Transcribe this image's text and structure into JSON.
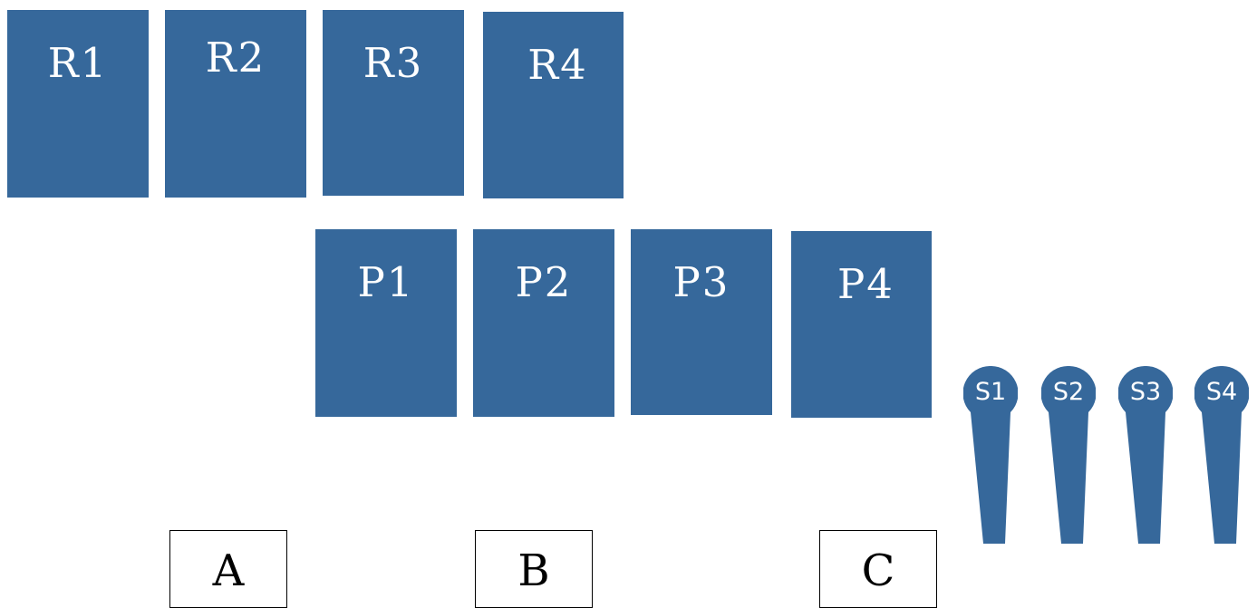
{
  "row_r": [
    "R1",
    "R2",
    "R3",
    "R4"
  ],
  "row_p": [
    "P1",
    "P2",
    "P3",
    "P4"
  ],
  "pins": [
    "S1",
    "S2",
    "S3",
    "S4"
  ],
  "boxes": [
    "A",
    "B",
    "C"
  ],
  "colors": {
    "tile_fill": "#36689b",
    "tile_text": "#ffffff",
    "box_border": "#000000",
    "background": "#ffffff"
  }
}
